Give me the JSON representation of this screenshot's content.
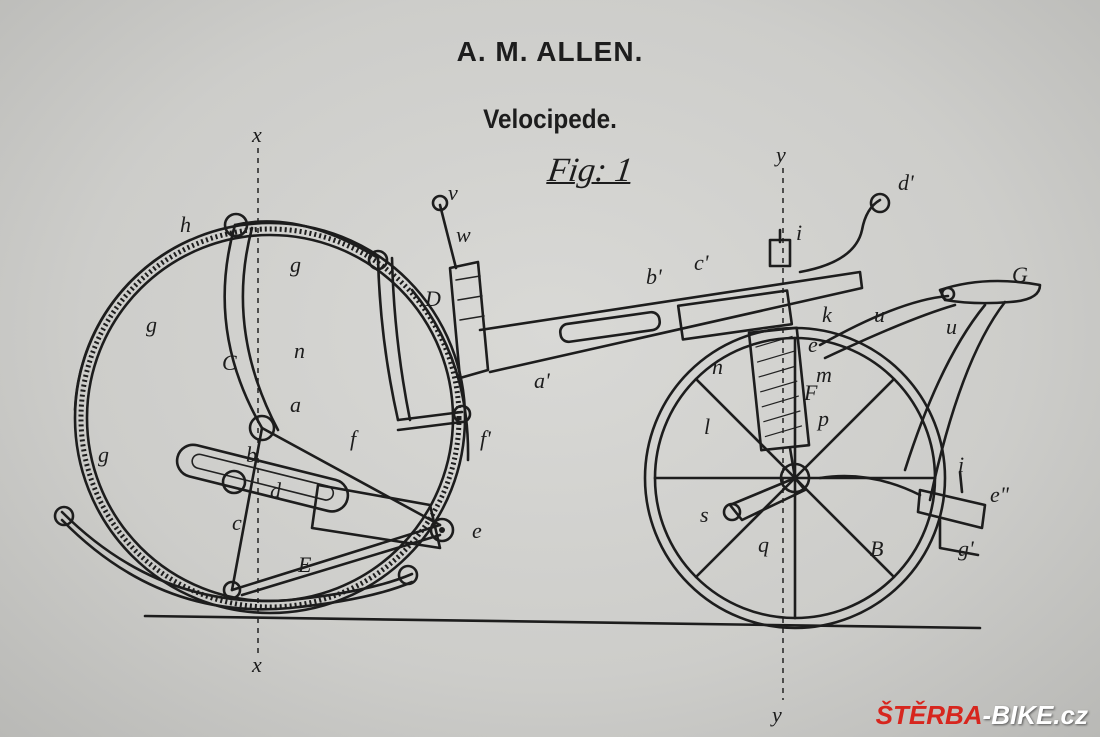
{
  "header": {
    "title": "A. M. ALLEN.",
    "subtitle": "Velocipede.",
    "figure": "Fig: 1"
  },
  "labels": {
    "x_top": "x",
    "x_bottom": "x",
    "y_top": "y",
    "y_bottom": "y",
    "h": "h",
    "g1": "g",
    "g2": "g",
    "g3": "g",
    "C": "C",
    "n": "n",
    "a": "a",
    "b": "b",
    "d": "d",
    "c": "c",
    "E": "E",
    "e": "e",
    "f": "f",
    "f_prime": "f'",
    "D": "D",
    "v": "v",
    "w": "w",
    "a_prime": "a'",
    "b_prime": "b'",
    "c_prime": "c'",
    "i_top": "i",
    "d_prime": "d'",
    "G": "G",
    "k": "k",
    "u1": "u",
    "u2": "u",
    "e_small": "e",
    "n2": "n",
    "m": "m",
    "F": "F",
    "p": "p",
    "l": "l",
    "s": "s",
    "q": "q",
    "B": "B",
    "i_bottom": "i",
    "e_dprime": "e\"",
    "g_prime": "g'"
  },
  "watermark": {
    "part1": "ŠTĚRBA",
    "part2": "-BIKE.cz"
  },
  "colors": {
    "ink": "#1d1d1d",
    "paper": "#d3d3d0",
    "watermark_red": "#d7261e"
  }
}
